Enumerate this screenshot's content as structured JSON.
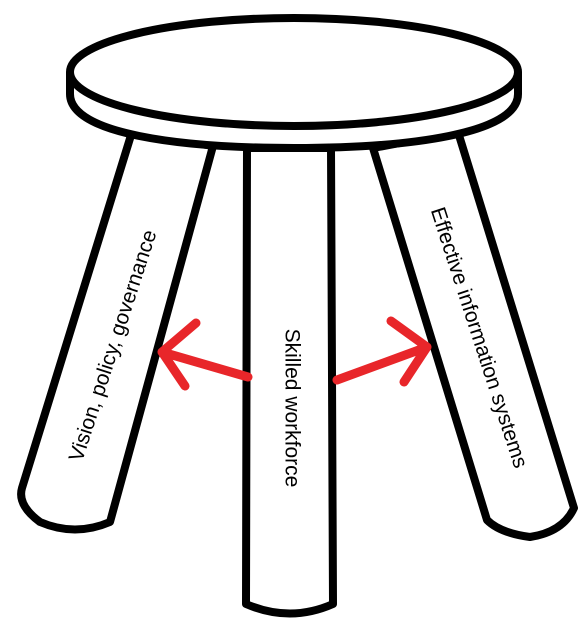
{
  "legs": {
    "left": {
      "label": "Vision, policy, governance"
    },
    "center": {
      "label": "Skilled workforce"
    },
    "right": {
      "label": "Effective information systems"
    }
  },
  "colors": {
    "outline": "#000000",
    "fill": "#ffffff",
    "arrow": "#e8262a"
  }
}
